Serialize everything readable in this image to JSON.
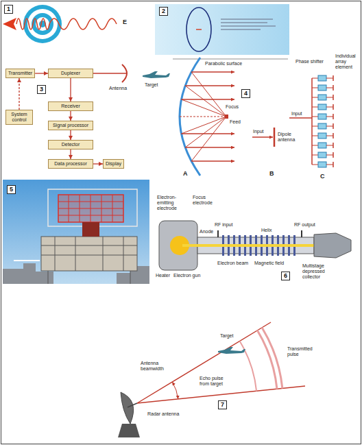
{
  "diagram": {
    "nodes": [
      {
        "text": [
          "1"
        ]
      },
      {
        "text": [
          "2"
        ]
      },
      {
        "text": [
          "Transmitter"
        ]
      },
      {
        "text": [
          "Duplexer"
        ]
      },
      {
        "text": [
          "3"
        ]
      },
      {
        "text": [
          "System control"
        ]
      },
      {
        "text": [
          "Receiver"
        ]
      },
      {
        "text": [
          "Signal processor"
        ]
      },
      {
        "text": [
          "Detector"
        ]
      },
      {
        "text": [
          "Data processor"
        ]
      },
      {
        "text": [
          "Display"
        ]
      },
      {
        "text": [
          "4"
        ]
      },
      {
        "text": [
          "5"
        ]
      },
      {
        "text": [
          "6"
        ]
      },
      {
        "text": [
          "7"
        ]
      }
    ],
    "edges": [
      {
        "from": 2,
        "to": 3,
        "arrow": "to"
      },
      {
        "from": 5,
        "to": 2,
        "arrow": "to"
      },
      {
        "from": 3,
        "to": 6,
        "arrow": "to"
      },
      {
        "from": 6,
        "to": 7,
        "arrow": "to"
      },
      {
        "from": 7,
        "to": 8,
        "arrow": "to"
      },
      {
        "from": 8,
        "to": 9,
        "arrow": "to"
      },
      {
        "from": 9,
        "to": 10,
        "arrow": "to"
      }
    ],
    "labels": [
      "E",
      "Antenna",
      "Target",
      "Parabolic surface",
      "Focus",
      "Feed",
      "Input",
      "Dipole antenna",
      "A",
      "B",
      "C",
      "Phase shifter",
      "Individual array element",
      "Input",
      "Electron-emitting electrode",
      "Focus electrode",
      "RF input",
      "RF output",
      "Anode",
      "Helix",
      "Electron beam",
      "Magnetic field",
      "Electron gun",
      "Heater",
      "Multistage depressed collector",
      "Target",
      "Transmitted pulse",
      "Echo pulse from target",
      "Antenna beamwidth",
      "Radar antenna"
    ]
  }
}
